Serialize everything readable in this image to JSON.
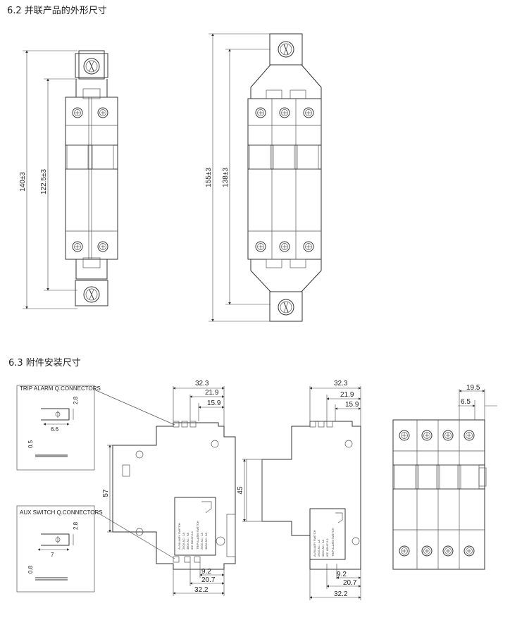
{
  "sections": {
    "outline": {
      "title": "6.2 并联产品的外形尺寸"
    },
    "accessory": {
      "title": "6.3 附件安装尺寸"
    }
  },
  "outline_dims": {
    "two_pole_total": "140±3",
    "two_pole_body": "122.5±3",
    "three_pole_total": "155±3",
    "three_pole_body": "138±3"
  },
  "callouts": {
    "trip_alarm": {
      "label": "TRIP ALARM Q.CONNECTORS",
      "w": "6.6",
      "h": "2.8",
      "t": "0.5"
    },
    "aux_switch": {
      "label": "AUX SWITCH Q.CONNECTORS",
      "w": "7",
      "h": "2.8",
      "t": "0.8"
    }
  },
  "side_view_1": {
    "top_dims": [
      "32.3",
      "21.9",
      "15.9"
    ],
    "height": "57",
    "bottom_dims": [
      "9.2",
      "20.7",
      "32.2"
    ]
  },
  "side_view_2": {
    "top_dims": [
      "32.3",
      "21.9",
      "15.9"
    ],
    "height": "45",
    "bottom_dims": [
      "9.2",
      "20.7",
      "32.2"
    ]
  },
  "front_view": {
    "top_dims": [
      "19.5",
      "6.5"
    ]
  },
  "label_plate": {
    "lines": [
      "AUXILIARY SWITCH",
      "250V AC : 1A",
      "380V AC : 6A",
      "IEC 60947-5-1",
      "TRIP ALARM SWITCH",
      "250V AC : 1A",
      "380V AC : 6A"
    ]
  }
}
